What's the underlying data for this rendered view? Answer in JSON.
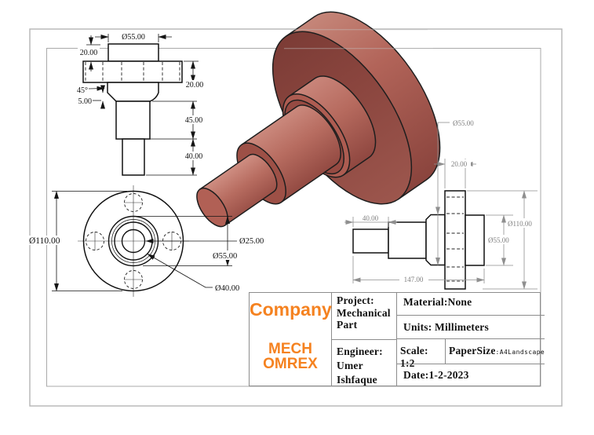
{
  "title_block": {
    "company": "Company",
    "brand_line1": "MECH",
    "brand_line2": "OMREX",
    "project_label": "Project:",
    "project_line1": "Mechanical",
    "project_line2": "Part",
    "material": "Material:None",
    "units": "Units: Millimeters",
    "engineer_label": "Engineer:",
    "engineer_line1": "Umer",
    "engineer_line2": "Ishfaque",
    "scale": "Scale: 1:2",
    "papersize_label": "PaperSize",
    "papersize_value": ":A4Landscape",
    "date": "Date:1-2-2023"
  },
  "views": {
    "side": {
      "dia_top": "Ø55.00",
      "len_boss": "20.00",
      "len_flange": "20.00",
      "chamfer_angle": "45°",
      "chamfer_len": "5.00",
      "len_mid": "45.00",
      "len_shaft": "40.00"
    },
    "front": {
      "dia_outer": "Ø110.00",
      "dia_shaft": "Ø25.00",
      "dia_hub": "Ø55.00",
      "dia_step": "Ø40.00"
    },
    "profile": {
      "dia_hub": "Ø55.00",
      "len_flange": "20.00",
      "len_shaft": "40.00",
      "dia_outer": "Ø110.00",
      "dia_boss": "Ø55.00",
      "len_total": "147.00"
    }
  },
  "colors": {
    "accent_orange": "#F58220",
    "part_light": "#c9857a",
    "part_mid": "#b66a5e",
    "part_dark": "#8a443d",
    "dim_gray": "#8f8f8f",
    "border_gray": "#b5b5b5"
  }
}
